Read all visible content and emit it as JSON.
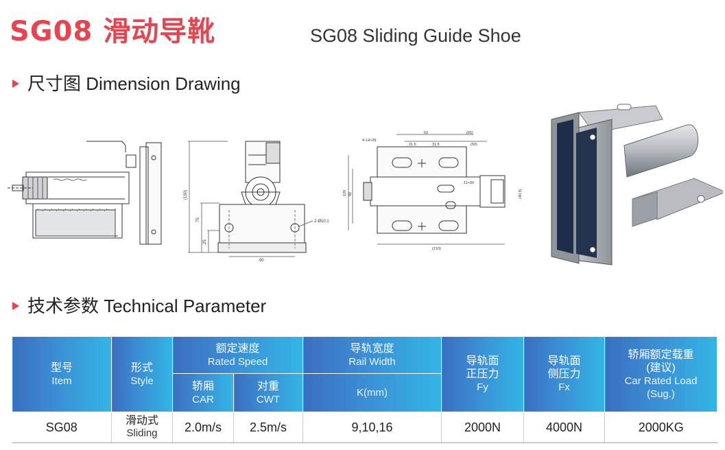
{
  "header": {
    "title_cn": "SG08 滑动导靴",
    "title_en": "SG08 Sliding Guide Shoe"
  },
  "sections": {
    "drawing": "尺寸图 Dimension Drawing",
    "params": "技术参数 Technical Parameter"
  },
  "drawing_labels": {
    "d2_height": "(150)",
    "d2_h2": "75",
    "d2_h3": "25",
    "d2_hole": "2-Ø10.1",
    "d2_width": "90",
    "d3_slots": "4-14×28",
    "d3_dim63": "63",
    "d3_dim65": "(65)",
    "d3_dim315a": "31.5",
    "d3_dim315b": "31.5",
    "d3_dim50": "(50)",
    "d3_dim120": "120",
    "d3_dim90": "90",
    "d3_slot11": "11×30",
    "d3_dim40": "(40.5)",
    "d3_dim210": "(210)"
  },
  "table": {
    "headers": {
      "model_cn": "型号",
      "model_en": "Item",
      "style_cn": "形式",
      "style_en": "Style",
      "speed_cn": "额定速度",
      "speed_en": "Rated Speed",
      "car_cn": "轿厢",
      "car_en": "CAR",
      "cwt_cn": "对重",
      "cwt_en": "CWT",
      "rail_cn": "导轨宽度",
      "rail_en": "Rail Width",
      "k_unit": "K(mm)",
      "fy_cn1": "导轨面",
      "fy_cn2": "正压力",
      "fy_en": "Fy",
      "fx_cn1": "导轨面",
      "fx_cn2": "侧压力",
      "fx_en": "Fx",
      "load_cn1": "轿厢额定载重",
      "load_cn2": "(建议)",
      "load_en1": "Car Rated Load",
      "load_en2": "(Sug.)"
    },
    "row": {
      "model": "SG08",
      "style_cn": "滑动式",
      "style_en": "Sliding",
      "car_speed": "2.0m/s",
      "cwt_speed": "2.5m/s",
      "rail_width": "9,10,16",
      "fy": "2000N",
      "fx": "4000N",
      "load": "2000KG"
    }
  },
  "colors": {
    "accent_red": "#e8444f",
    "header_blue_start": "#3a6fbf",
    "header_blue_end": "#33b5e5",
    "model_blue": "#3aa3d9"
  }
}
